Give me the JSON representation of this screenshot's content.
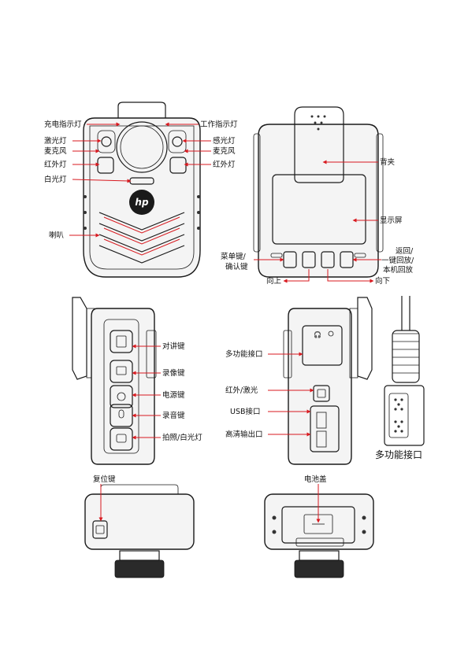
{
  "front": {
    "brand_logo": "hp",
    "labels": {
      "charge_indicator": "充电指示灯",
      "work_indicator": "工作指示灯",
      "laser": "激光灯",
      "light_sensor": "感光灯",
      "mic_left": "麦克风",
      "mic_right": "麦克风",
      "ir_left": "红外灯",
      "ir_right": "红外灯",
      "white_light": "白光灯",
      "speaker": "喇叭"
    }
  },
  "back": {
    "labels": {
      "clip": "背夹",
      "screen": "显示屏",
      "menu_line1": "菜单键/",
      "menu_line2": "确认键",
      "return_line1": "返回/",
      "return_line2": "一键回放/",
      "return_line3": "本机回放",
      "up": "向上",
      "down": "向下"
    }
  },
  "left_side": {
    "labels": {
      "talk": "对讲键",
      "record_video": "录像键",
      "power": "电源键",
      "record_audio": "录音键",
      "photo": "拍照/白光灯"
    }
  },
  "right_side": {
    "labels": {
      "multi_port": "多功能接口",
      "ir_laser": "红外/激光",
      "usb": "USB接口",
      "hdmi": "高清输出口"
    }
  },
  "connector": {
    "caption": "多功能接口"
  },
  "top_view": {
    "reset": "复位键"
  },
  "bottom_view": {
    "battery_cover": "电池盖"
  },
  "colors": {
    "accent": "#d8191f",
    "outline": "#1a1a1a"
  }
}
